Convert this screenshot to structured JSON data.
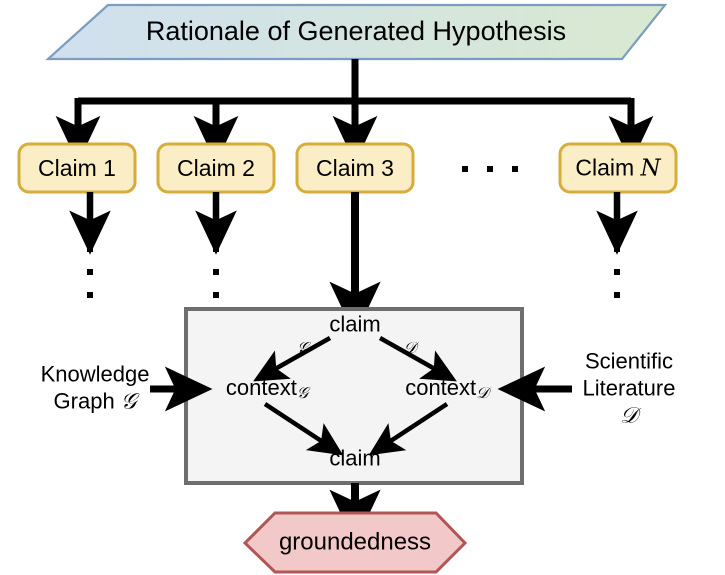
{
  "figure": {
    "title_shape": "parallelogram",
    "root": {
      "label": "Rationale of Generated Hypothesis",
      "fill_left": "#cfe0f0",
      "fill_right": "#d8e8cf",
      "stroke": "#7c9cc0"
    },
    "claims": {
      "fill": "#fbeec6",
      "stroke": "#d6ad3b",
      "items": [
        {
          "label": "Claim 1"
        },
        {
          "label": "Claim 2"
        },
        {
          "label": "Claim 3"
        },
        {
          "label": "Claim N"
        }
      ],
      "horizontal_ellipsis": "· · ·",
      "vertical_ellipsis": "⋮"
    },
    "process_box": {
      "fill": "#f4f4f4",
      "stroke": "#6e6e6e",
      "top_node": "claim",
      "bottom_node": "claim",
      "left_node_base": "context",
      "left_node_sub": "𝒢",
      "right_node_base": "context",
      "right_node_sub": "𝒟",
      "left_edge_label": "𝒢",
      "right_edge_label": "𝒟"
    },
    "sources": {
      "left": "Knowledge\nGraph 𝒢",
      "right": "Scientific\nLiterature 𝒟"
    },
    "output": {
      "label": "groundedness",
      "shape": "hexagon",
      "fill": "#f2c8c8",
      "stroke": "#b05656"
    },
    "colors": {
      "arrow": "#000000",
      "text": "#000000",
      "background": "#ffffff"
    }
  }
}
